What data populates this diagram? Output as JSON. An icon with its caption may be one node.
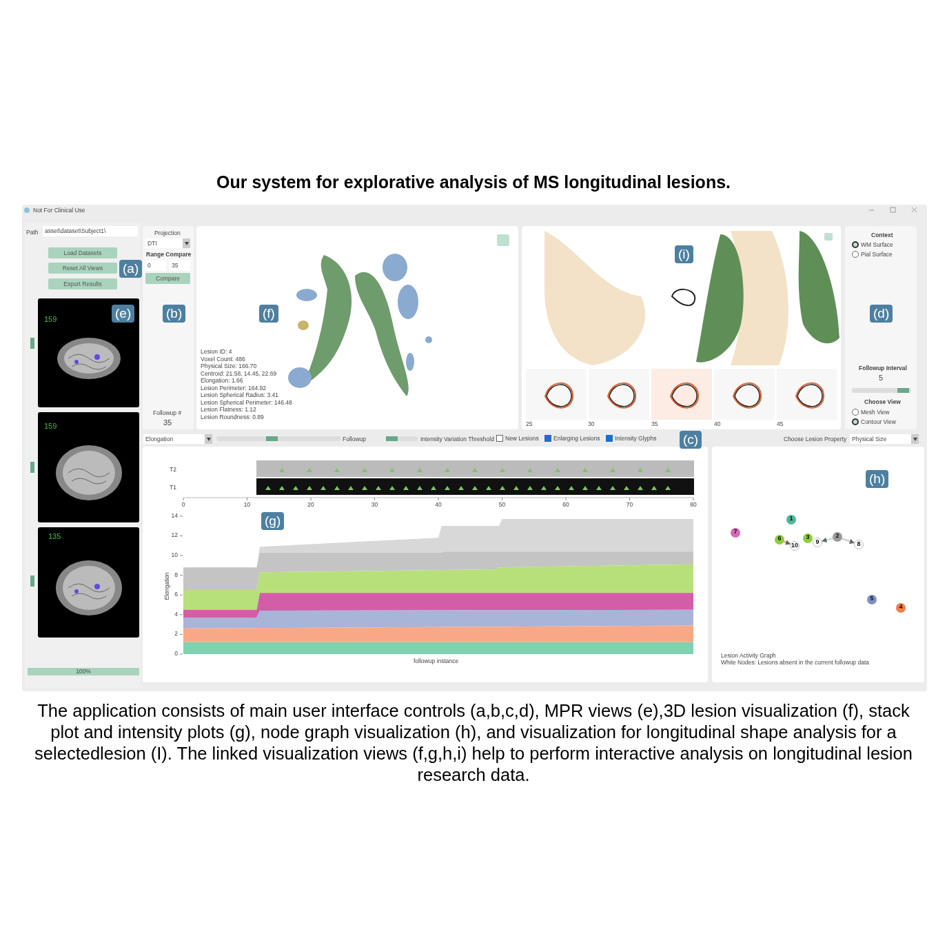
{
  "diagram": {
    "title": "Our system for explorative analysis of MS longitudinal lesions.",
    "caption": "The application consists of main user interface controls (a,b,c,d), MPR views (e),3D lesion visualization (f), stack plot and intensity plots (g), node graph visualization (h), and visualization for longitudinal shape analysis for a selectedlesion (I). The linked visualization views (f,g,h,i) help to perform interactive analysis on longitudinal lesion research data.",
    "nodes": [
      {
        "text": [
          "1"
        ]
      },
      {
        "text": [
          "2"
        ]
      },
      {
        "text": [
          "3"
        ]
      },
      {
        "text": [
          "4"
        ]
      },
      {
        "text": [
          "5"
        ]
      },
      {
        "text": [
          "6"
        ]
      },
      {
        "text": [
          "7"
        ]
      },
      {
        "text": [
          "8"
        ]
      },
      {
        "text": [
          "9"
        ]
      },
      {
        "text": [
          "10"
        ]
      }
    ],
    "edges": [
      {
        "from": 5,
        "to": 9,
        "arrow": "to",
        "color": "#e0604e"
      },
      {
        "from": 1,
        "to": 8,
        "arrow": "to",
        "color": "#86d9bd"
      },
      {
        "from": 1,
        "to": 7,
        "arrow": "to",
        "color": "#aaaad6"
      }
    ],
    "labels": [
      "Not For Clinical Use",
      "Path",
      "asset\\dataset\\Subject1\\",
      "Load Datasets",
      "Reset All Views",
      "Export Results",
      "(a)",
      "Projection",
      "DTI",
      "Range Compare",
      "0",
      "35",
      "Compare",
      "(b)",
      "Followup #",
      "35",
      "(e)",
      "159",
      "159",
      "135",
      "(f)",
      "Lesion ID: 4",
      "Voxel Count: 486",
      "Physical Size: 166.70",
      "Centroid: 21.58, 14.45, 22.69",
      "Elongation: 1.66",
      "Lesion Perimeter: 164.92",
      "Lesion Spherical Radius: 3.41",
      "Lesion Spherical Perimeter: 146.48",
      "Lesion Flatness: 1.12",
      "Lesion Roundness: 0.89",
      "(i)",
      "25",
      "30",
      "35",
      "40",
      "45",
      "Context",
      "WM Surface",
      "Pial Surface",
      "(d)",
      "Followup Interval",
      "5",
      "Choose View",
      "Mesh View",
      "Contour View",
      "Elongation",
      "Followup",
      "Intensity Variation Threshold",
      "New Lesions",
      "Enlarging Lesions",
      "Intensity Glyphs",
      "(c)",
      "Choose Lesion Property",
      "Physical Size",
      "T2",
      "T1",
      "0",
      "10",
      "20",
      "30",
      "40",
      "50",
      "60",
      "70",
      "80",
      "14",
      "12",
      "10",
      "8",
      "6",
      "4",
      "2",
      "0",
      "(g)",
      "Elongation",
      "followup instance",
      "(h)",
      "Lesion Activity Graph",
      "White Nodes: Lesions absent in the current followup data",
      "100%"
    ]
  }
}
